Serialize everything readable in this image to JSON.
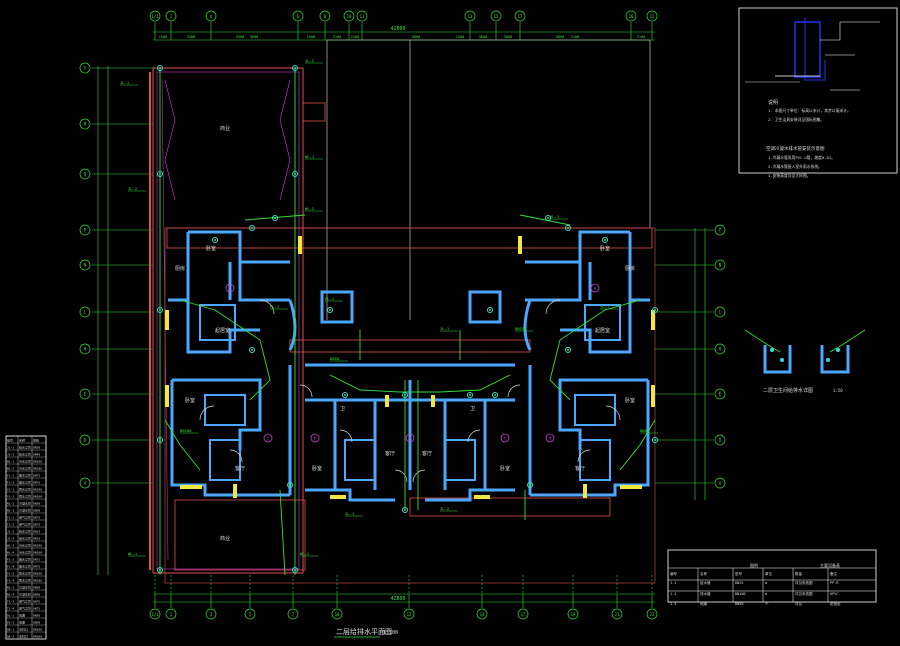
{
  "drawing": {
    "title": "二层给排水平面图",
    "scale": "1:100",
    "detail_title": "二层卫生间给排水详图",
    "detail_scale": "1:50",
    "total_dimension": "42800"
  },
  "axes": {
    "top": [
      "1/1",
      "1",
      "4",
      "6",
      "8",
      "10",
      "11",
      "13",
      "15",
      "17",
      "20",
      "22"
    ],
    "bottom": [
      "1/1",
      "1",
      "3",
      "5",
      "7",
      "10",
      "12",
      "14",
      "17",
      "19",
      "21",
      "23"
    ],
    "left": [
      "S",
      "R",
      "Q",
      "P",
      "N",
      "L",
      "H",
      "E",
      "D",
      "A"
    ],
    "right": [
      "P",
      "N",
      "L",
      "H",
      "E",
      "D",
      "A"
    ]
  },
  "top_dimensions": [
    "1500",
    "3300",
    "3600",
    "1500",
    "2100",
    "2100",
    "3600",
    "3600",
    "3600",
    "2100",
    "2100",
    "3600",
    "3300",
    "1500"
  ],
  "unit_marks": [
    "b",
    "a",
    "c",
    "b",
    "a",
    "c",
    "d"
  ],
  "pipe_labels": [
    "JL-1",
    "JL-2",
    "WL-1",
    "WL-2",
    "FL-1",
    "YL-1",
    "DN100",
    "DN50"
  ],
  "notes_box": {
    "header": "说明",
    "lines": [
      "1. 本图尺寸单位：标高以米计，其余以毫米计。",
      "2. 卫生洁具安装详见国标图集。",
      "空调冷凝水排水管安装示意图",
      "1.冷凝水管采用PVC-U管，坡度0.01。",
      "2.冷凝水管接入室外雨水系统。",
      "3.安装高度详见大样图。"
    ]
  },
  "legend_table": {
    "title": "图例",
    "title2": "主要设备表",
    "headers": [
      "编号",
      "名称",
      "型号",
      "单位",
      "数量",
      "备注"
    ],
    "rows": [
      [
        "1-1",
        "给水管",
        "DN25",
        "m",
        "详见系统图",
        "PP-R"
      ],
      [
        "1-2",
        "排水管",
        "DN100",
        "m",
        "详见系统图",
        "UPVC"
      ],
      [
        "1-3",
        "地漏",
        "DN50",
        "个",
        "详见",
        "防臭型"
      ]
    ]
  },
  "side_table": {
    "rows": [
      [
        "编号",
        "名称",
        "规格"
      ],
      [
        "JL-1",
        "给水立管",
        "DN50"
      ],
      [
        "JL-2",
        "给水立管",
        "DN40"
      ],
      [
        "WL-1",
        "污水立管",
        "DN100"
      ],
      [
        "WL-2",
        "污水立管",
        "DN100"
      ],
      [
        "FL-1",
        "废水立管",
        "DN75"
      ],
      [
        "FL-2",
        "废水立管",
        "DN75"
      ],
      [
        "YL-1",
        "雨水立管",
        "DN100"
      ],
      [
        "YL-2",
        "雨水立管",
        "DN100"
      ],
      [
        "NL-1",
        "冷凝水管",
        "DN50"
      ],
      [
        "NL-2",
        "冷凝水管",
        "DN50"
      ],
      [
        "TL-1",
        "通气立管",
        "DN75"
      ],
      [
        "TL-2",
        "通气立管",
        "DN75"
      ],
      [
        "JL-3",
        "给水立管",
        "DN32"
      ],
      [
        "JL-4",
        "给水立管",
        "DN32"
      ],
      [
        "WL-3",
        "污水立管",
        "DN100"
      ],
      [
        "WL-4",
        "污水立管",
        "DN100"
      ],
      [
        "FL-3",
        "废水立管",
        "DN75"
      ],
      [
        "FL-4",
        "废水立管",
        "DN75"
      ],
      [
        "YL-3",
        "雨水立管",
        "DN100"
      ],
      [
        "YL-4",
        "雨水立管",
        "DN100"
      ],
      [
        "NL-3",
        "冷凝水管",
        "DN50"
      ],
      [
        "NL-4",
        "冷凝水管",
        "DN50"
      ],
      [
        "TL-3",
        "通气立管",
        "DN75"
      ],
      [
        "TL-4",
        "通气立管",
        "DN75"
      ],
      [
        "DL-1",
        "地漏",
        "DN50"
      ],
      [
        "DL-2",
        "地漏",
        "DN50"
      ],
      [
        "QK-1",
        "清扫口",
        "DN100"
      ],
      [
        "QK-2",
        "清扫口",
        "DN100"
      ]
    ]
  },
  "colors": {
    "axis": "#35e035",
    "wall": "#4aa8ff",
    "cyan": "#33dddd",
    "red": "#e05050",
    "yellow": "#f2e640",
    "magenta": "#d040d0",
    "grey": "#909090",
    "white": "#ffffff"
  }
}
